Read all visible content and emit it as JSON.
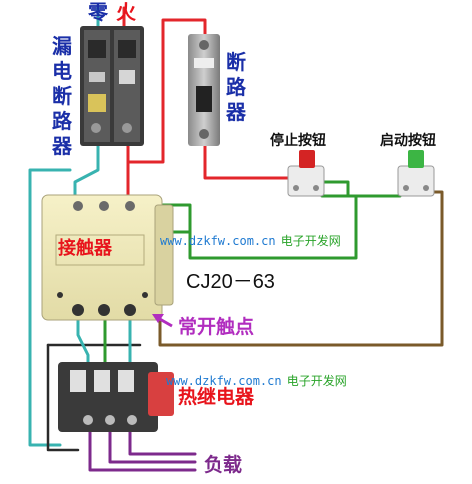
{
  "labels": {
    "neutral": "零",
    "live": "火",
    "leakage_breaker": "漏电断路器",
    "breaker": "断路器",
    "stop_button": "停止按钮",
    "start_button": "启动按钮",
    "contactor": "接触器",
    "model": "CJ20－63",
    "nc_contact": "常开触点",
    "thermal_relay": "热继电器",
    "load": "负载"
  },
  "watermarks": [
    {
      "url": "www.dzkfw.com.cn",
      "site": "电子开发网"
    },
    {
      "url": "www.dzkfw.com.cn",
      "site": "电子开发网"
    }
  ],
  "colors": {
    "red_wire": "#e3262b",
    "green_wire": "#2f9a2f",
    "cyan_wire": "#38b3b0",
    "brown_wire": "#7a5a2a",
    "purple_wire": "#7d2a8c",
    "black_wire": "#2a2a2a",
    "contactor_body": "#efe9b8",
    "label_blue": "#1a2fa8",
    "label_red": "#e8141c"
  },
  "icons": {
    "leakage_breaker": "two-pole-rcd-breaker",
    "breaker": "single-pole-din-breaker",
    "stop_button": "red-pushbutton",
    "start_button": "green-pushbutton",
    "contactor": "ac-contactor",
    "thermal_relay": "thermal-overload-relay"
  }
}
